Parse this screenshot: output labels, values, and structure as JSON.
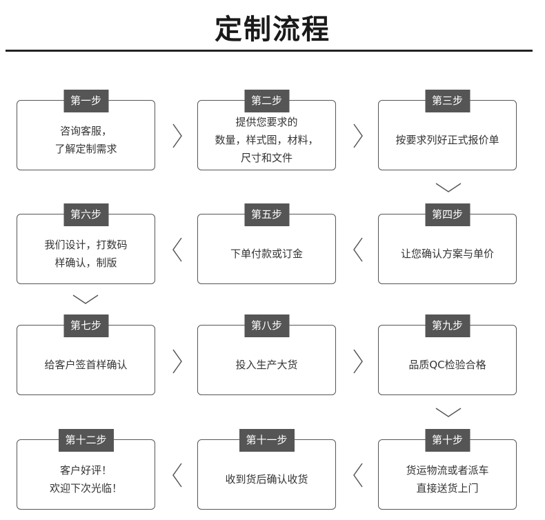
{
  "page": {
    "title": "定制流程"
  },
  "steps": [
    {
      "tag": "第一步",
      "text": "咨询客服，\n了解定制需求"
    },
    {
      "tag": "第二步",
      "text": "提供您要求的\n数量，样式图，材料，\n尺寸和文件"
    },
    {
      "tag": "第三步",
      "text": "按要求列好正式报价单"
    },
    {
      "tag": "第四步",
      "text": "让您确认方案与单价"
    },
    {
      "tag": "第五步",
      "text": "下单付款或订金"
    },
    {
      "tag": "第六步",
      "text": "我们设计，打数码\n样确认，制版"
    },
    {
      "tag": "第七步",
      "text": "给客户签首样确认"
    },
    {
      "tag": "第八步",
      "text": "投入生产大货"
    },
    {
      "tag": "第九步",
      "text": "品质QC检验合格"
    },
    {
      "tag": "第十步",
      "text": "货运物流或者派车\n直接送货上门"
    },
    {
      "tag": "第十一步",
      "text": "收到货后确认收货"
    },
    {
      "tag": "第十二步",
      "text": "客户好评！\n欢迎下次光临！"
    }
  ]
}
